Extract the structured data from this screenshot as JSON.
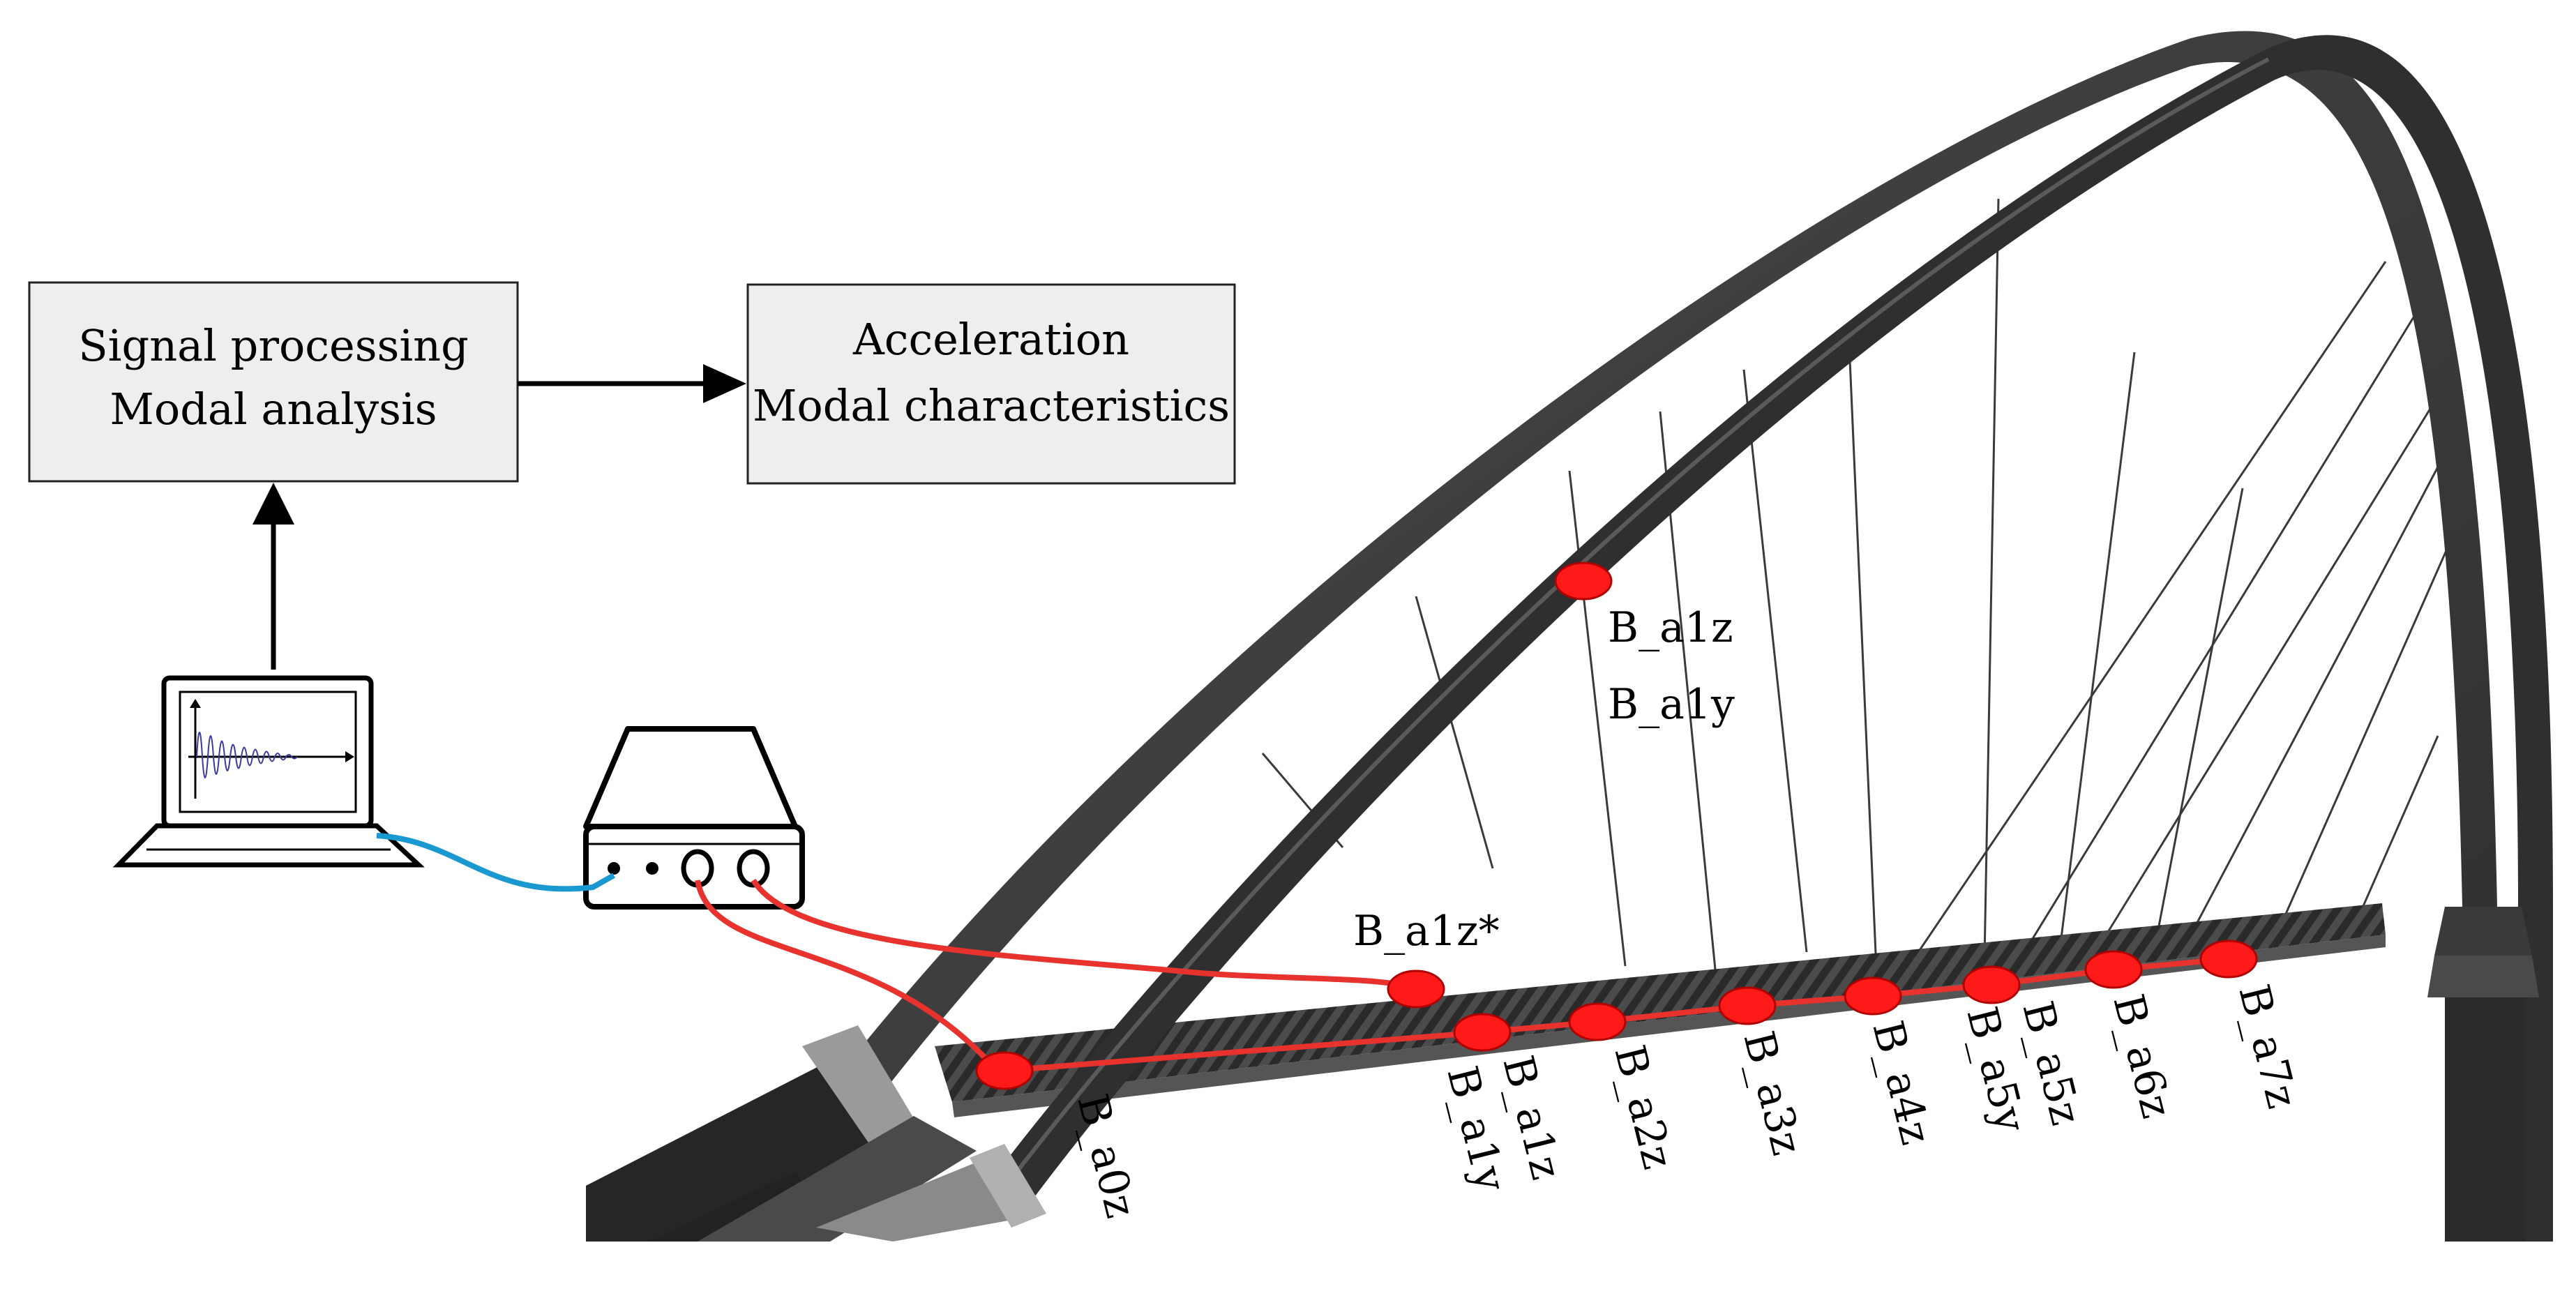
{
  "boxes": {
    "processing": {
      "line1": "Signal processing",
      "line2": "Modal analysis"
    },
    "output": {
      "line1": "Acceleration",
      "line2": "Modal characteristics"
    }
  },
  "sensors": {
    "a0z": "B_a0z",
    "a1z": "B_a1z",
    "a1y": "B_a1y",
    "a2z": "B_a2z",
    "a3z": "B_a3z",
    "a4z": "B_a4z",
    "a5z": "B_a5z",
    "a5y": "B_a5y",
    "a6z": "B_a6z",
    "a7z": "B_a7z",
    "arch_a1z": "B_a1z",
    "arch_a1y": "B_a1y",
    "a1z_star": "B_a1z*"
  },
  "colors": {
    "sensor": "#ff1a1a",
    "cable_red": "#e8322e",
    "cable_blue": "#1a98d0",
    "arch": "#3f3f3f",
    "deck": "#2c2c2c",
    "box_fill": "#eeeeee"
  },
  "icons": {
    "laptop": "laptop-icon",
    "daq": "data-acquisition-device-icon"
  }
}
